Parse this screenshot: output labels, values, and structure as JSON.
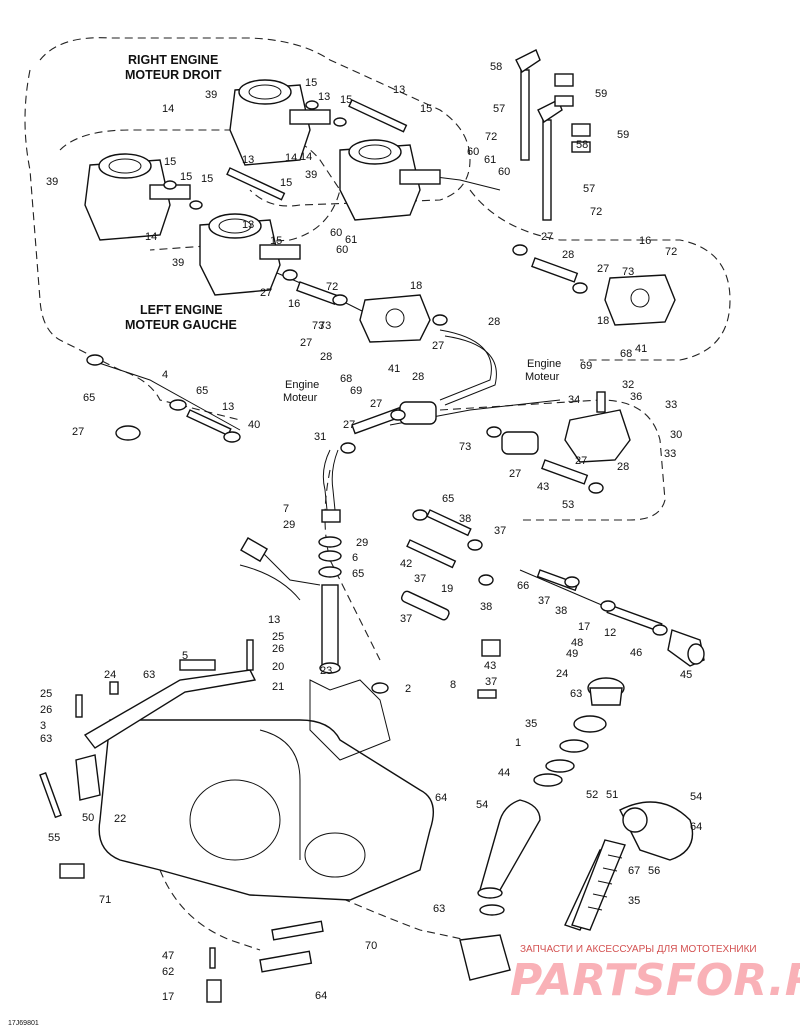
{
  "headings": {
    "right_engine": [
      "RIGHT ENGINE",
      "MOTEUR DROIT"
    ],
    "left_engine": [
      "LEFT ENGINE",
      "MOTEUR GAUCHE"
    ]
  },
  "engine_labels": [
    {
      "id": "engine-label-right",
      "lines": [
        "Engine",
        "Moteur"
      ]
    },
    {
      "id": "engine-label-center",
      "lines": [
        "Engine",
        "Moteur"
      ]
    }
  ],
  "callouts": [
    "58",
    "59",
    "59",
    "58",
    "57",
    "72",
    "57",
    "72",
    "60",
    "61",
    "60",
    "13",
    "15",
    "13",
    "15",
    "15",
    "39",
    "14",
    "14",
    "39",
    "14",
    "15",
    "13",
    "15",
    "15",
    "39",
    "15",
    "13",
    "15",
    "14",
    "39",
    "60",
    "61",
    "60",
    "27",
    "28",
    "27",
    "18",
    "16",
    "72",
    "73",
    "73",
    "18",
    "27",
    "28",
    "27",
    "16",
    "72",
    "73",
    "27",
    "28",
    "41",
    "68",
    "69",
    "41",
    "68",
    "69",
    "4",
    "65",
    "13",
    "65",
    "40",
    "27",
    "28",
    "27",
    "27",
    "31",
    "73",
    "32",
    "36",
    "34",
    "33",
    "30",
    "33",
    "27",
    "28",
    "27",
    "43",
    "53",
    "7",
    "29",
    "29",
    "6",
    "65",
    "13",
    "65",
    "38",
    "37",
    "42",
    "37",
    "19",
    "38",
    "37",
    "66",
    "37",
    "38",
    "17",
    "12",
    "46",
    "45",
    "48",
    "49",
    "24",
    "63",
    "25",
    "26",
    "20",
    "21",
    "43",
    "37",
    "8",
    "2",
    "23",
    "5",
    "24",
    "63",
    "25",
    "26",
    "3",
    "63",
    "22",
    "50",
    "55",
    "35",
    "1",
    "44",
    "64",
    "54",
    "52",
    "51",
    "54",
    "64",
    "67",
    "56",
    "35",
    "71",
    "63",
    "47",
    "62",
    "70",
    "64",
    "17"
  ],
  "watermark": {
    "top_text": "ЗАПЧАСТИ И АКСЕССУАРЫ ДЛЯ МОТОТЕХНИКИ",
    "logo_text": "PARTSFOR.RU"
  },
  "reference_code": "17J69801"
}
